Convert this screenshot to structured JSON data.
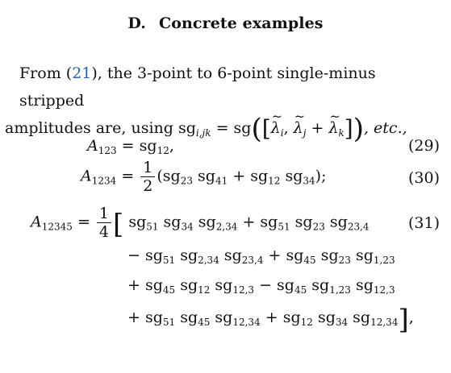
{
  "section": {
    "number": "D.",
    "title": "Concrete examples"
  },
  "intro": {
    "from": "From (",
    "ref": "21",
    "rest": "), the 3-point to 6-point single-minus stripped",
    "line2_a": "amplitudes are, using sg",
    "line2_sub": "i,jk",
    "line2_b": " = sg",
    "lam_i": "λ",
    "lam_j": "λ",
    "lam_k": "λ",
    "tail": ", etc.,"
  },
  "equations": [
    {
      "label": "(29)",
      "lhs": "A",
      "lhs_sub": "123",
      "rhs": "= sg₁₂,"
    },
    {
      "label": "(30)",
      "lhs": "A",
      "lhs_sub": "1234"
    },
    {
      "label": "(31)",
      "lhs": "A",
      "lhs_sub": "12345"
    }
  ]
}
